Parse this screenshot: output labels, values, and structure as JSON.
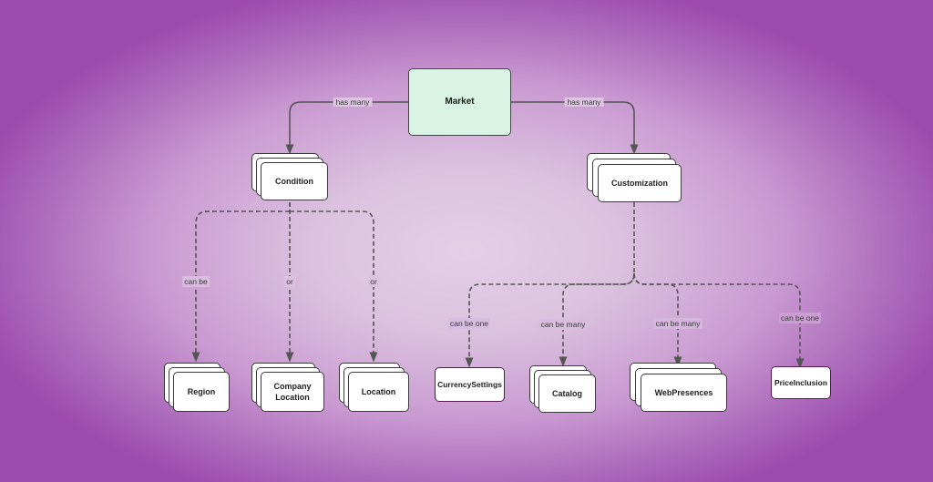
{
  "nodes": {
    "market": "Market",
    "condition": "Condition",
    "customization": "Customization",
    "region": "Region",
    "company_location": "Company\nLocation",
    "location": "Location",
    "currency_settings": "CurrencySettings",
    "catalog": "Catalog",
    "web_presences": "WebPresences",
    "price_inclusion": "PriceInclusion"
  },
  "edges": {
    "market_condition": "has many",
    "market_customization": "has many",
    "condition_region": "can be",
    "condition_company_location": "or",
    "condition_location": "or",
    "customization_currency": "can be one",
    "customization_catalog": "can be many",
    "customization_web": "can be many",
    "customization_price": "can be one"
  },
  "colors": {
    "background_center": "#e4cfe7",
    "background_edge": "#9c4cad",
    "market_fill": "#d9f3e4",
    "line": "#555555"
  }
}
